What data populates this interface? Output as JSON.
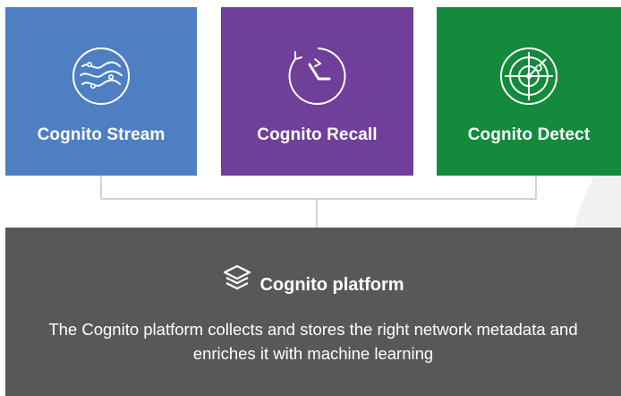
{
  "colors": {
    "stream": "#4d7fc2",
    "recall": "#6f3f9a",
    "detect": "#148a3c",
    "platform": "#58585a",
    "connector": "#c4c4c4",
    "backdrop": "#f1f1f1"
  },
  "products": [
    {
      "label": "Cognito Stream",
      "icon": "stream-waves-icon"
    },
    {
      "label": "Cognito Recall",
      "icon": "clock-icon"
    },
    {
      "label": "Cognito Detect",
      "icon": "radar-icon"
    }
  ],
  "platform": {
    "icon": "layers-icon",
    "title": "Cognito platform",
    "description": "The Cognito platform collects and stores the right network metadata and enriches it with machine learning"
  }
}
